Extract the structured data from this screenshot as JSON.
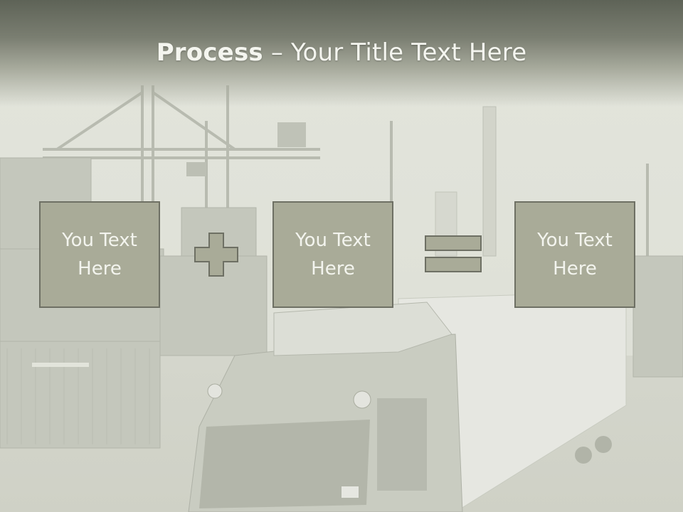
{
  "slide": {
    "title_strong": "Process",
    "title_rest": " – Your Title Text Here",
    "boxes": [
      {
        "text": "You Text\nHere"
      },
      {
        "text": "You Text\nHere"
      },
      {
        "text": "You Text\nHere"
      }
    ],
    "operators": [
      "plus-icon",
      "equals-icon"
    ],
    "colors": {
      "box_fill": "#a9ab98",
      "box_border": "#6e7064",
      "title_band": "#6a6e62",
      "text": "#f3f4ee"
    }
  }
}
